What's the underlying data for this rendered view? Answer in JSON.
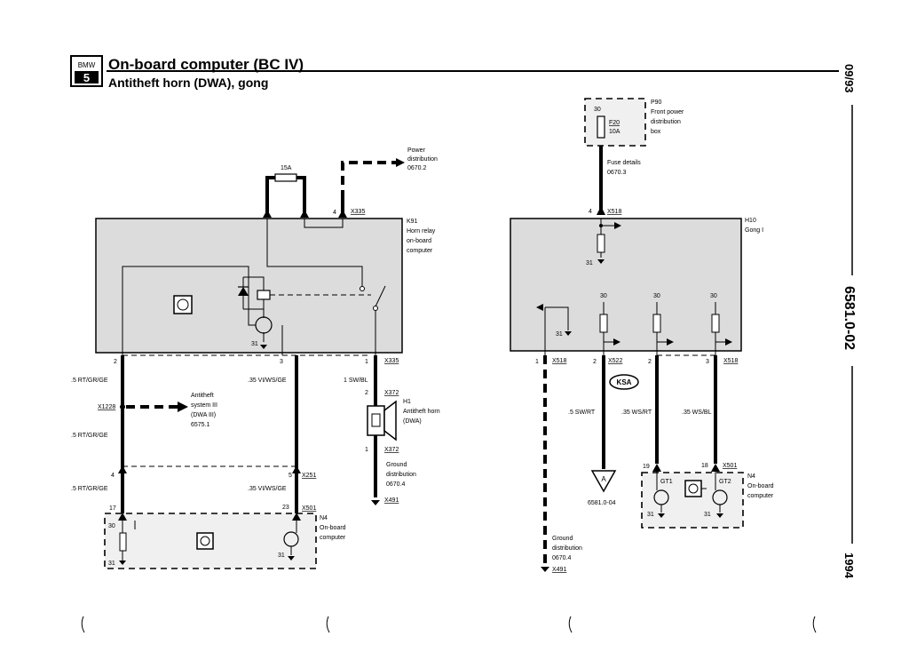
{
  "header": {
    "logo_text": "BMW",
    "logo_number": "5",
    "title": "On-board computer (BC IV)",
    "subtitle": "Antitheft horn (DWA), gong"
  },
  "side": {
    "date": "09/93",
    "doc_number": "6581.0-02",
    "year": "1994"
  },
  "left": {
    "power_dist": [
      "Power",
      "distribution",
      "0670.2"
    ],
    "fuse_15a": "15A",
    "pin_4_top": "4",
    "x335_top": "X335",
    "k91": [
      "K91",
      "Horn relay",
      "on-board",
      "computer"
    ],
    "ground_31_relay": "31",
    "pin_2": "2",
    "pin_3": "3",
    "pin_1": "1",
    "x335_bottom": "X335",
    "wire_rt_gr_ge_1": ".5 RT/GR/GE",
    "wire_vi_ws_ge_1": ".35 VI/WS/GE",
    "wire_sw_bl": "1 SW/BL",
    "pin_2_horn": "2",
    "x372_top": "X372",
    "h1": [
      "H1",
      "Antitheft horn",
      "(DWA)"
    ],
    "x1228": "X1228",
    "antitheft_system": [
      "Antitheft",
      "system III",
      "(DWA III)",
      "6575.1"
    ],
    "wire_rt_gr_ge_2": ".5 RT/GR/GE",
    "pin_1_horn": "1",
    "x372_bottom": "X372",
    "ground_dist": [
      "Ground",
      "distribution",
      "0670.4"
    ],
    "x491": "X491",
    "pin_4_mid": "4",
    "pin_5": "5",
    "x251": "X251",
    "wire_rt_gr_ge_3": ".5 RT/GR/GE",
    "wire_vi_ws_ge_2": ".35 VI/WS/GE",
    "pin_17": "17",
    "pin_23": "23",
    "x501": "X501",
    "n4": [
      "N4",
      "On-board",
      "computer"
    ],
    "n4_30": "30",
    "n4_31a": "31",
    "n4_31b": "31"
  },
  "right": {
    "fuse_30": "30",
    "fuse_f20": "F20",
    "fuse_10a": "10A",
    "p90": [
      "P90",
      "Front power",
      "distribution",
      "box"
    ],
    "fuse_details": [
      "Fuse details",
      "0670.3"
    ],
    "pin_4": "4",
    "x518_top": "X518",
    "h10": [
      "H10",
      "Gong I"
    ],
    "gong_31_top": "31",
    "gong_30a": "30",
    "gong_30b": "30",
    "gong_30c": "30",
    "gong_31_left": "31",
    "pin_1": "1",
    "x518_left": "X518",
    "pin_2a": "2",
    "x522": "X522",
    "pin_2b": "2",
    "pin_3": "3",
    "x518_right": "X518",
    "ksa": "KSA",
    "wire_sw_rt": ".5 SW/RT",
    "wire_ws_rt": ".35 WS/RT",
    "wire_ws_bl": ".35 WS/BL",
    "conn_a": "A",
    "conn_ref": "6581.0-04",
    "pin_19": "19",
    "pin_18": "18",
    "x501": "X501",
    "gt1": "GT1",
    "gt2": "GT2",
    "n4": [
      "N4",
      "On-board",
      "computer"
    ],
    "n4_31a": "31",
    "n4_31b": "31",
    "ground_dist": [
      "Ground",
      "distribution",
      "0670.4"
    ],
    "x491": "X491"
  }
}
